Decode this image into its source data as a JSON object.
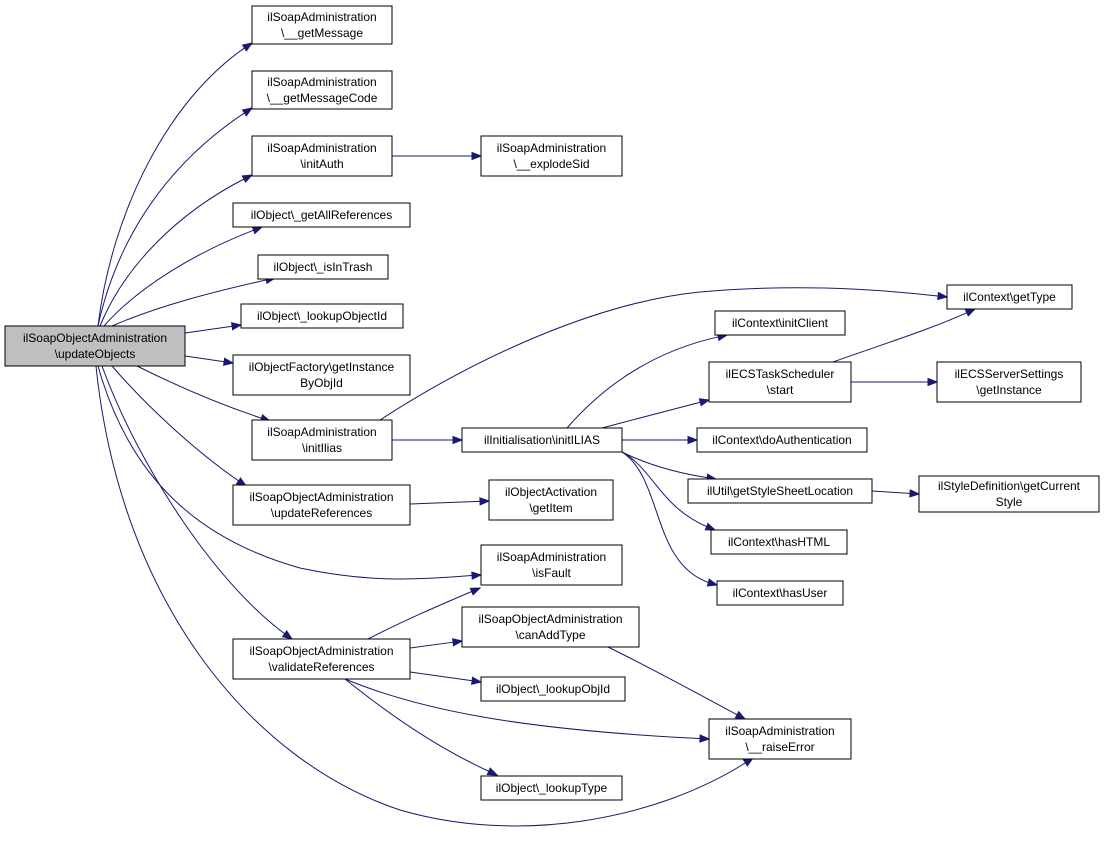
{
  "nodes": [
    {
      "id": "root",
      "lines": [
        "ilSoapObjectAdministration",
        "\\updateObjects"
      ],
      "root": true
    },
    {
      "id": "getMessage",
      "lines": [
        "ilSoapAdministration",
        "\\__getMessage"
      ]
    },
    {
      "id": "getMessageCode",
      "lines": [
        "ilSoapAdministration",
        "\\__getMessageCode"
      ]
    },
    {
      "id": "initAuth",
      "lines": [
        "ilSoapAdministration",
        "\\initAuth"
      ]
    },
    {
      "id": "explodeSid",
      "lines": [
        "ilSoapAdministration",
        "\\__explodeSid"
      ]
    },
    {
      "id": "getAllReferences",
      "lines": [
        "ilObject\\_getAllReferences"
      ]
    },
    {
      "id": "isInTrash",
      "lines": [
        "ilObject\\_isInTrash"
      ]
    },
    {
      "id": "lookupObjectId",
      "lines": [
        "ilObject\\_lookupObjectId"
      ]
    },
    {
      "id": "getInstanceByObjId",
      "lines": [
        "ilObjectFactory\\getInstance",
        "ByObjId"
      ]
    },
    {
      "id": "initIlias",
      "lines": [
        "ilSoapAdministration",
        "\\initIlias"
      ]
    },
    {
      "id": "initILIAS2",
      "lines": [
        "ilInitialisation\\initILIAS"
      ]
    },
    {
      "id": "getType",
      "lines": [
        "ilContext\\getType"
      ]
    },
    {
      "id": "initClient",
      "lines": [
        "ilContext\\initClient"
      ]
    },
    {
      "id": "taskStart",
      "lines": [
        "ilECSTaskScheduler",
        "\\start"
      ]
    },
    {
      "id": "serverSettings",
      "lines": [
        "ilECSServerSettings",
        "\\getInstance"
      ]
    },
    {
      "id": "doAuth",
      "lines": [
        "ilContext\\doAuthentication"
      ]
    },
    {
      "id": "styleSheet",
      "lines": [
        "ilUtil\\getStyleSheetLocation"
      ]
    },
    {
      "id": "currentStyle",
      "lines": [
        "ilStyleDefinition\\getCurrent",
        "Style"
      ]
    },
    {
      "id": "hasHTML",
      "lines": [
        "ilContext\\hasHTML"
      ]
    },
    {
      "id": "hasUser",
      "lines": [
        "ilContext\\hasUser"
      ]
    },
    {
      "id": "updateRefs",
      "lines": [
        "ilSoapObjectAdministration",
        "\\updateReferences"
      ]
    },
    {
      "id": "getItem",
      "lines": [
        "ilObjectActivation",
        "\\getItem"
      ]
    },
    {
      "id": "isFault",
      "lines": [
        "ilSoapAdministration",
        "\\isFault"
      ]
    },
    {
      "id": "validateRefs",
      "lines": [
        "ilSoapObjectAdministration",
        "\\validateReferences"
      ]
    },
    {
      "id": "canAddType",
      "lines": [
        "ilSoapObjectAdministration",
        "\\canAddType"
      ]
    },
    {
      "id": "lookupObjId",
      "lines": [
        "ilObject\\_lookupObjId"
      ]
    },
    {
      "id": "raiseError",
      "lines": [
        "ilSoapAdministration",
        "\\__raiseError"
      ]
    },
    {
      "id": "lookupType",
      "lines": [
        "ilObject\\_lookupType"
      ]
    }
  ],
  "edges": [
    [
      "root",
      "getMessage"
    ],
    [
      "root",
      "getMessageCode"
    ],
    [
      "root",
      "initAuth"
    ],
    [
      "root",
      "getAllReferences"
    ],
    [
      "root",
      "isInTrash"
    ],
    [
      "root",
      "lookupObjectId"
    ],
    [
      "root",
      "getInstanceByObjId"
    ],
    [
      "root",
      "initIlias"
    ],
    [
      "root",
      "updateRefs"
    ],
    [
      "root",
      "isFault"
    ],
    [
      "root",
      "validateRefs"
    ],
    [
      "root",
      "raiseError"
    ],
    [
      "initAuth",
      "explodeSid"
    ],
    [
      "initIlias",
      "getType"
    ],
    [
      "initIlias",
      "initILIAS2"
    ],
    [
      "initILIAS2",
      "initClient"
    ],
    [
      "initILIAS2",
      "taskStart"
    ],
    [
      "initILIAS2",
      "doAuth"
    ],
    [
      "initILIAS2",
      "styleSheet"
    ],
    [
      "initILIAS2",
      "hasHTML"
    ],
    [
      "initILIAS2",
      "hasUser"
    ],
    [
      "taskStart",
      "getType"
    ],
    [
      "taskStart",
      "serverSettings"
    ],
    [
      "styleSheet",
      "currentStyle"
    ],
    [
      "updateRefs",
      "getItem"
    ],
    [
      "validateRefs",
      "isFault"
    ],
    [
      "validateRefs",
      "canAddType"
    ],
    [
      "validateRefs",
      "lookupObjId"
    ],
    [
      "validateRefs",
      "raiseError"
    ],
    [
      "validateRefs",
      "lookupType"
    ],
    [
      "canAddType",
      "raiseError"
    ]
  ],
  "colors": {
    "edge": "#191970",
    "root_fill": "#bfbfbf",
    "node_fill": "#ffffff",
    "node_stroke": "#000000"
  }
}
